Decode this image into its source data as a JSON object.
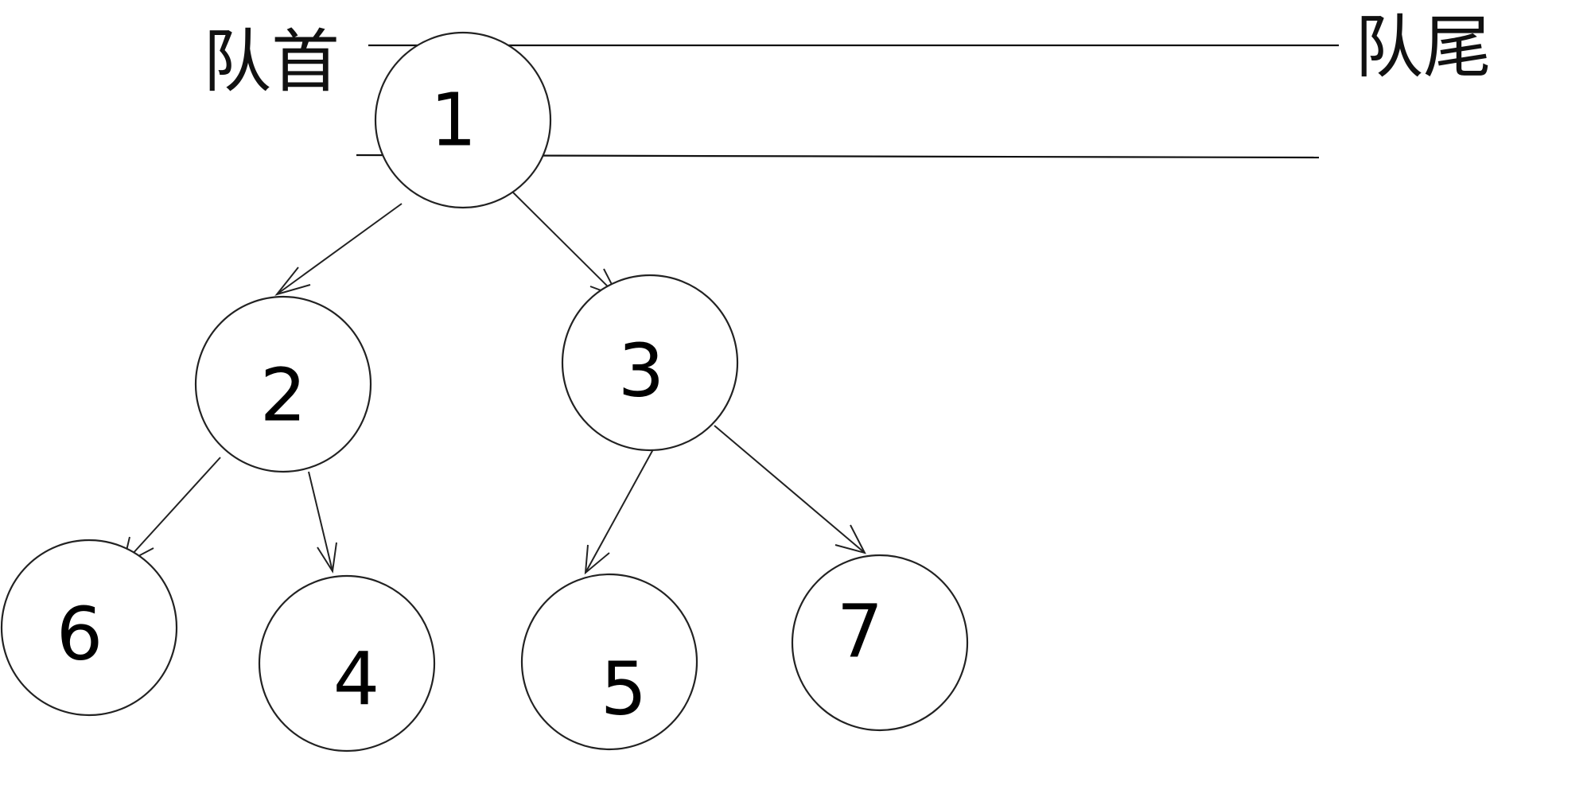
{
  "labels": {
    "front": "队首",
    "rear": "队尾"
  },
  "nodes": [
    {
      "id": "n1",
      "label": "1"
    },
    {
      "id": "n2",
      "label": "2"
    },
    {
      "id": "n3",
      "label": "3"
    },
    {
      "id": "n4",
      "label": "4"
    },
    {
      "id": "n5",
      "label": "5"
    },
    {
      "id": "n6",
      "label": "6"
    },
    {
      "id": "n7",
      "label": "7"
    }
  ],
  "edges": [
    {
      "from": "1",
      "to": "2"
    },
    {
      "from": "1",
      "to": "3"
    },
    {
      "from": "2",
      "to": "6"
    },
    {
      "from": "2",
      "to": "4"
    },
    {
      "from": "3",
      "to": "5"
    },
    {
      "from": "3",
      "to": "7"
    }
  ]
}
